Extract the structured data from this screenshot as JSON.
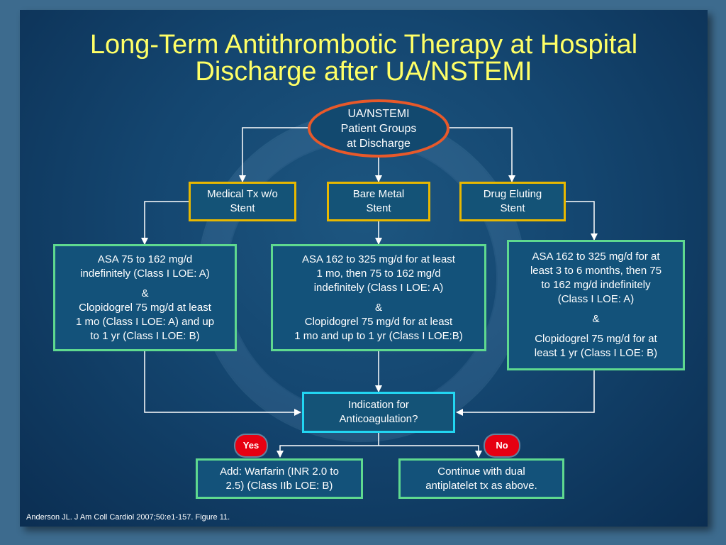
{
  "title": {
    "line1": "Long-Term Antithrombotic Therapy at Hospital",
    "line2": "Discharge after UA/NSTEMI"
  },
  "root": {
    "lines": [
      "UA/NSTEMI",
      "Patient Groups",
      "at Discharge"
    ]
  },
  "groups": {
    "medical": {
      "lines": [
        "Medical Tx w/o",
        "Stent"
      ]
    },
    "bare_metal": {
      "lines": [
        "Bare Metal",
        "Stent"
      ]
    },
    "drug_eluting": {
      "lines": [
        "Drug Eluting",
        "Stent"
      ]
    }
  },
  "therapies": {
    "medical": {
      "asa": [
        "ASA 75 to 162 mg/d",
        "indefinitely (Class I LOE: A)"
      ],
      "amp": "&",
      "clop": [
        "Clopidogrel 75 mg/d  at least",
        "1 mo (Class I LOE: A)  and up",
        "to 1 yr (Class I LOE: B)"
      ]
    },
    "bare_metal": {
      "asa": [
        "ASA 162 to 325 mg/d for at least",
        "1 mo, then 75 to 162 mg/d",
        "indefinitely (Class I LOE: A)"
      ],
      "amp": "&",
      "clop": [
        "Clopidogrel 75 mg/d for  at least",
        "1 mo and up to 1 yr (Class I LOE:B)"
      ]
    },
    "drug_eluting": {
      "asa": [
        "ASA 162 to 325 mg/d for at",
        "least 3 to 6 months, then 75",
        "to 162 mg/d indefinitely",
        "(Class I LOE: A)"
      ],
      "amp": "&",
      "clop": [
        "Clopidogrel 75 mg/d for at",
        "least 1 yr (Class I LOE: B)"
      ]
    }
  },
  "decision": {
    "lines": [
      "Indication for",
      "Anticoagulation?"
    ]
  },
  "yes_label": "Yes",
  "no_label": "No",
  "outcomes": {
    "yes": {
      "lines": [
        "Add: Warfarin (INR 2.0 to",
        "2.5) (Class IIb LOE: B)"
      ]
    },
    "no": {
      "lines": [
        "Continue with dual",
        "antiplatelet tx as above."
      ]
    }
  },
  "footer": "Anderson JL. J Am Coll Cardiol 2007;50:e1-157. Figure 11.",
  "colors": {
    "title": "#ffff66",
    "oval_border": "#e8592a",
    "group_border": "#e8b800",
    "therapy_border": "#5fd98f",
    "decision_border": "#22d6f2",
    "badge": "#e60012",
    "connector": "#ffffff"
  }
}
